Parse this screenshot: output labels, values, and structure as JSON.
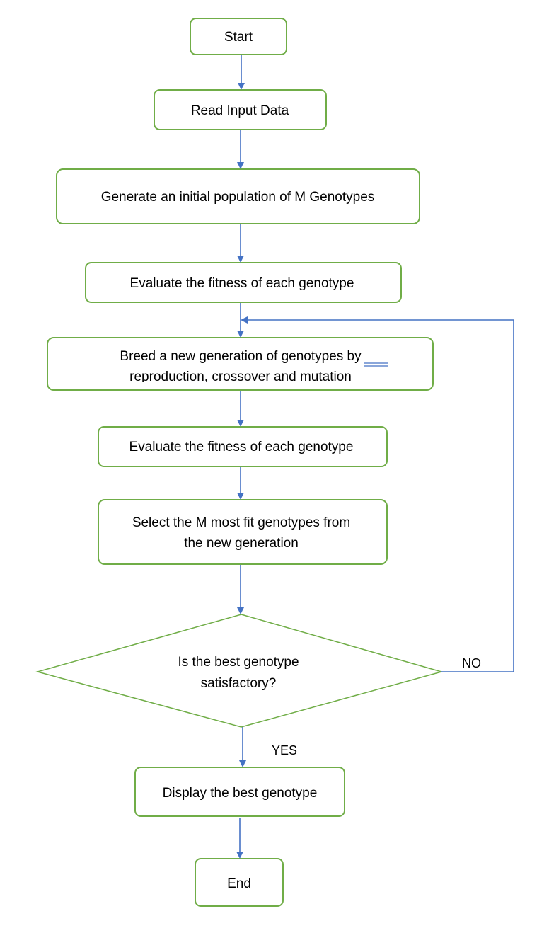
{
  "flowchart": {
    "accent_color": "#70AD47",
    "arrow_color": "#4472C4",
    "nodes": {
      "start": "Start",
      "read_input": "Read Input Data",
      "generate_population": "Generate an initial population of M Genotypes",
      "evaluate_initial": "Evaluate the fitness of each genotype",
      "breed_line1": "Breed a new generation of genotypes by",
      "breed_line2": "reproduction, crossover and mutation",
      "evaluate_new": "Evaluate the fitness of each genotype",
      "select_line1": "Select the M most fit genotypes from",
      "select_line2": "the new generation",
      "decision_line1": "Is the best genotype",
      "decision_line2": "satisfactory?",
      "display_best": "Display the best genotype",
      "end": "End"
    },
    "edge_labels": {
      "no": "NO",
      "yes": "YES"
    }
  }
}
